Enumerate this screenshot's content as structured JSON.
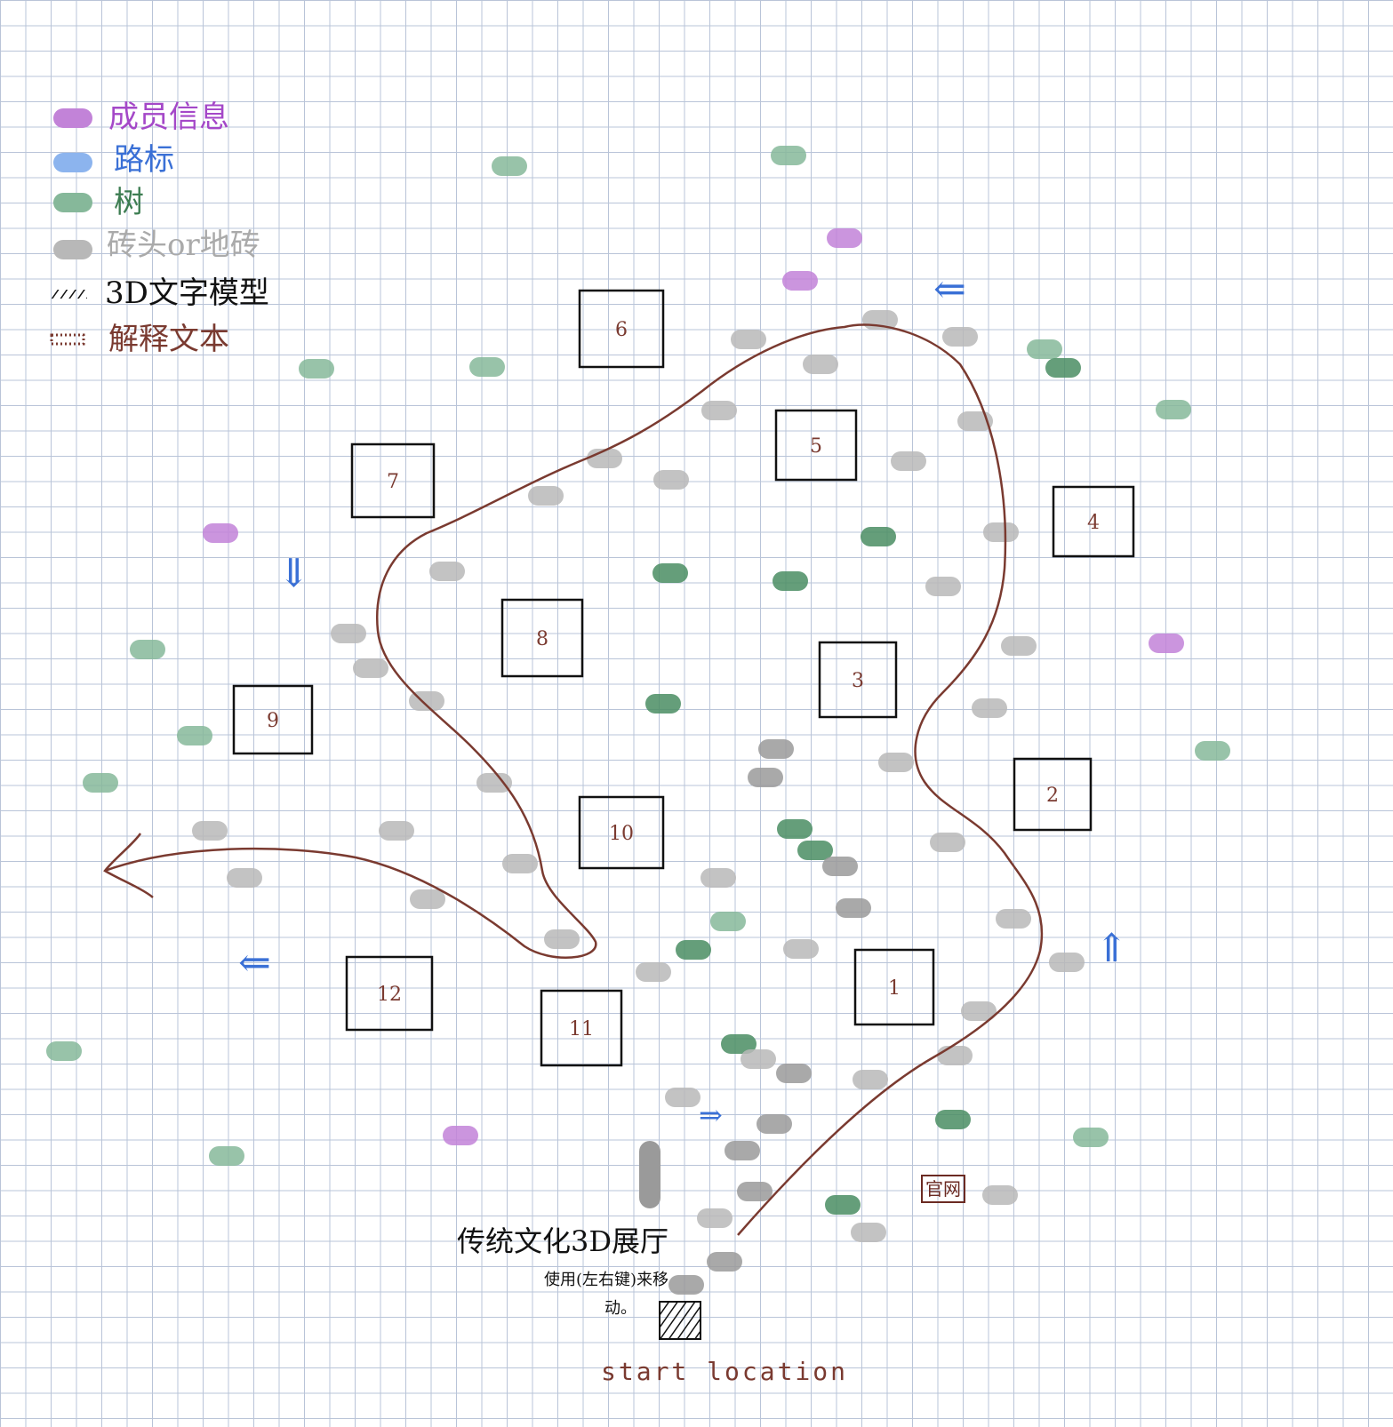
{
  "colors": {
    "member": "#c283d8",
    "signpost": "#8cb4ee",
    "tree_light": "#86b89a",
    "tree_dark": "#4a8d63",
    "brick": "#b8b8b8",
    "brick_dark": "#9a9a9a",
    "ink": "#111111",
    "annotation": "#7a3a30",
    "arrow": "#3a70d6"
  },
  "legend": [
    {
      "key": "member",
      "label": "成员信息",
      "text_color": "#a448c8",
      "swatch": "pill"
    },
    {
      "key": "signpost",
      "label": "路标",
      "text_color": "#3a70d6",
      "swatch": "pill"
    },
    {
      "key": "tree",
      "label": "树",
      "text_color": "#3d7d52",
      "swatch": "pill"
    },
    {
      "key": "brick",
      "label": "砖头or地砖",
      "text_color": "#aaaaaa",
      "swatch": "pill"
    },
    {
      "key": "model3d",
      "label": "3D文字模型",
      "text_color": "#111111",
      "swatch": "hatch"
    },
    {
      "key": "annotation",
      "label": "解释文本",
      "text_color": "#7a3a30",
      "swatch": "hatch"
    }
  ],
  "booths": [
    {
      "id": "booth-1",
      "label": "1"
    },
    {
      "id": "booth-2",
      "label": "2"
    },
    {
      "id": "booth-3",
      "label": "3"
    },
    {
      "id": "booth-4",
      "label": "4"
    },
    {
      "id": "booth-5",
      "label": "5"
    },
    {
      "id": "booth-6",
      "label": "6"
    },
    {
      "id": "booth-7",
      "label": "7"
    },
    {
      "id": "booth-8",
      "label": "8"
    },
    {
      "id": "booth-9",
      "label": "9"
    },
    {
      "id": "booth-10",
      "label": "10"
    },
    {
      "id": "booth-11",
      "label": "11"
    },
    {
      "id": "booth-12",
      "label": "12"
    }
  ],
  "hall_title": "传统文化3D展厅",
  "hall_note_line1": "使用(左右键)来移",
  "hall_note_line2": "动。",
  "start_label": "start location",
  "website_label": "官网",
  "direction_arrows": [
    {
      "id": "arrow-top-right",
      "glyph": "⇐"
    },
    {
      "id": "arrow-left-down",
      "glyph": "⇓"
    },
    {
      "id": "arrow-left-bottom",
      "glyph": "⇐"
    },
    {
      "id": "arrow-right-up",
      "glyph": "⇑"
    },
    {
      "id": "arrow-center-bottom",
      "glyph": "⇒"
    }
  ]
}
